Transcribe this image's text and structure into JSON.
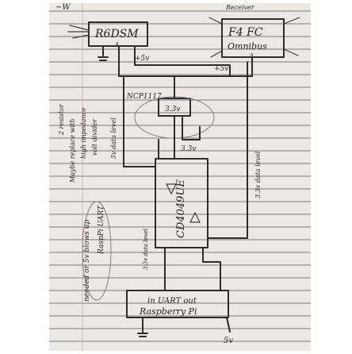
{
  "diagram": {
    "header_scribble": "~W",
    "receiver_top_note": "Receiver",
    "receiver": {
      "label": "R6DSM",
      "sublabel": "s",
      "power": "+5v"
    },
    "flight_controller": {
      "label": "F4 FC",
      "sub": "Omnibus",
      "sublabel": "s",
      "power": "+5v"
    },
    "regulator": {
      "part": "NCP1117",
      "output": "3.3v"
    },
    "rail_3v3": "3.3v",
    "level_shifter": {
      "label": "CD4049UE"
    },
    "raspberry_pi": {
      "line1": "in   UART  out",
      "line2": "Raspberry Pi"
    },
    "pi_power": "5v",
    "notes": {
      "left_margin_1": "2 resistor",
      "left_margin_2": "Maybe replace with",
      "left_margin_3": "high impedance",
      "left_margin_4": "volt divider",
      "rx_level": "5v data level",
      "fc_level": "3.3v data level",
      "pi_level": "3.3v data level",
      "warning_1": "needed or 5v blows up",
      "warning_2": "RaspPi UART"
    }
  }
}
